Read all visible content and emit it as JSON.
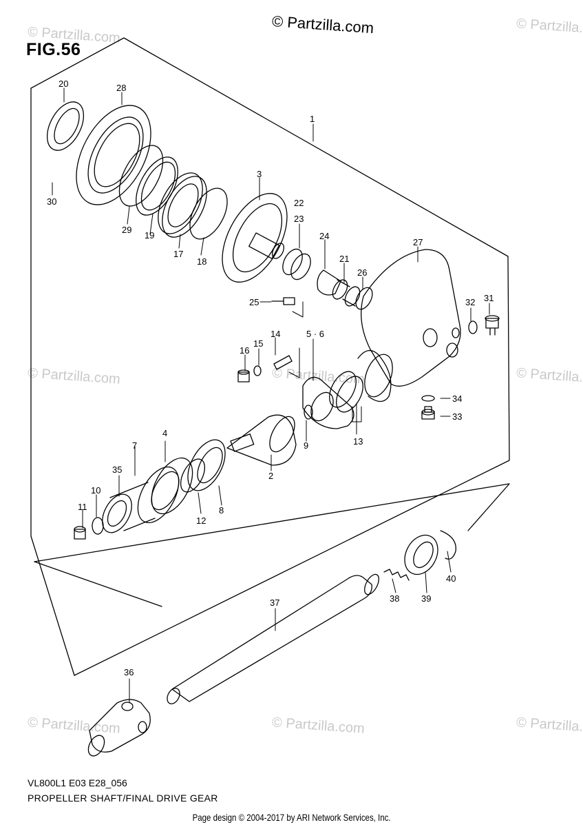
{
  "header": {
    "copyright": "© Partzilla.com",
    "figure": "FIG.56"
  },
  "watermark": "© Partzilla.com",
  "callouts": [
    "1",
    "2",
    "3",
    "4",
    "5 · 6",
    "7",
    "8",
    "9",
    "10",
    "11",
    "12",
    "13",
    "14",
    "15",
    "16",
    "17",
    "18",
    "19",
    "20",
    "21",
    "22",
    "23",
    "24",
    "25",
    "26",
    "27",
    "28",
    "29",
    "30",
    "31",
    "32",
    "33",
    "34",
    "35",
    "36",
    "37",
    "38",
    "39",
    "40"
  ],
  "footer": {
    "model_code": "VL800L1 E03 E28_056",
    "caption": "PROPELLER SHAFT/FINAL DRIVE GEAR",
    "credit": "Page design © 2004-2017 by ARI Network Services, Inc."
  }
}
